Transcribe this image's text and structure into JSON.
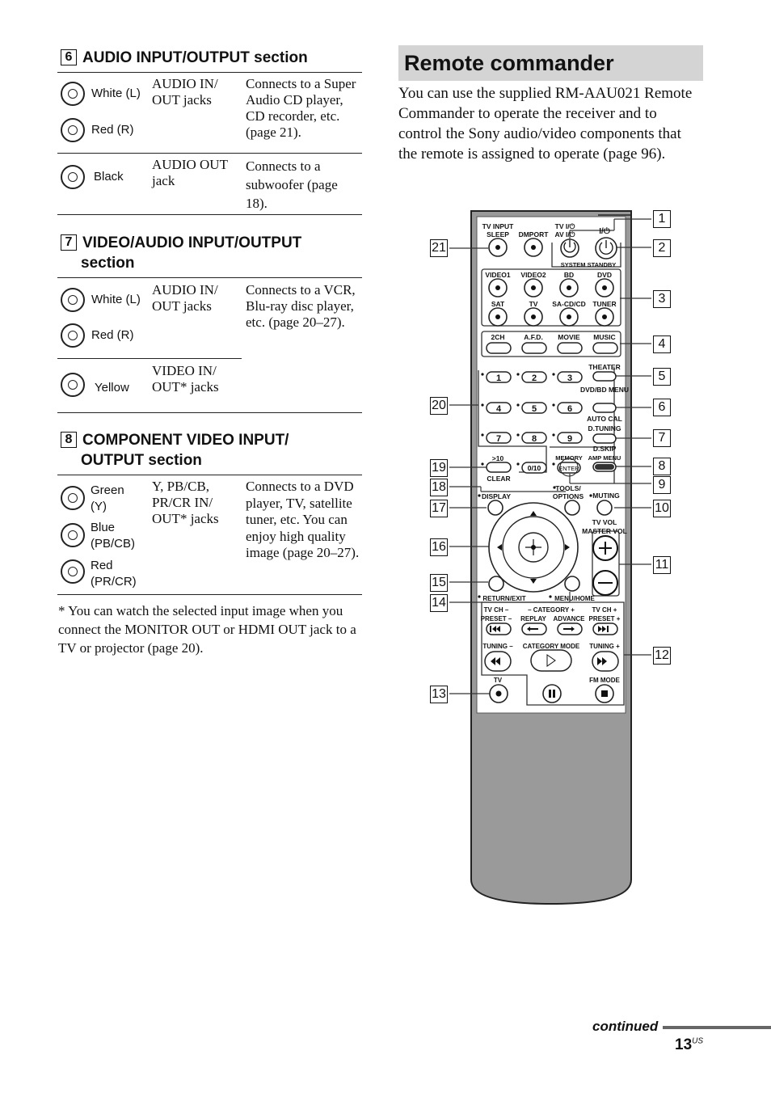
{
  "sections": {
    "s6": {
      "num": "6",
      "title": "AUDIO INPUT/OUTPUT section",
      "rows": [
        {
          "jacks": [
            "White (L)",
            "Red (R)"
          ],
          "name": "AUDIO IN/ OUT jacks",
          "desc": "Connects to a Super Audio CD player, CD recorder, etc. (page 21)."
        },
        {
          "jacks": [
            "Black"
          ],
          "name": "AUDIO OUT jack",
          "desc": "Connects to a subwoofer (page 18)."
        }
      ]
    },
    "s7": {
      "num": "7",
      "title_line1": "VIDEO/AUDIO INPUT/OUTPUT",
      "title_line2": "section",
      "rows": [
        {
          "jacks": [
            "White (L)",
            "Red (R)"
          ],
          "name": "AUDIO IN/ OUT jacks",
          "desc": "Connects to a VCR, Blu-ray disc player, etc. (page 20–27)."
        },
        {
          "jacks": [
            "Yellow"
          ],
          "name": "VIDEO IN/ OUT* jacks"
        }
      ]
    },
    "s8": {
      "num": "8",
      "title_line1": "COMPONENT VIDEO INPUT/",
      "title_line2": "OUTPUT section",
      "rows": [
        {
          "jacks": [
            "Green (Y)",
            "Blue (PB/CB)",
            "Red (PR/CR)"
          ],
          "name": "Y, PB/CB, PR/CR IN/ OUT* jacks",
          "desc": "Connects to a DVD player, TV, satellite tuner, etc. You can enjoy high quality image (page 20–27)."
        }
      ]
    }
  },
  "footnote": "* You can watch the selected input image when you connect the MONITOR OUT or HDMI OUT jack to a TV or projector (page 20).",
  "remote": {
    "title": "Remote commander",
    "intro": "You can use the supplied RM-AAU021 Remote Commander to operate the receiver and to control the Sony audio/video components that the remote is assigned to operate (page 96).",
    "callouts_right": [
      "1",
      "2",
      "3",
      "4",
      "5",
      "6",
      "7",
      "8",
      "9",
      "10",
      "11",
      "12"
    ],
    "callouts_left": [
      "21",
      "20",
      "19",
      "18",
      "17",
      "16",
      "15",
      "14",
      "13"
    ],
    "labels": {
      "tv_input": "TV INPUT",
      "sleep": "SLEEP",
      "dmport": "DMPORT",
      "tv_power": "TV I/⏻",
      "av_power": "AV I/⏻",
      "power": "I/⏻",
      "system_standby": "SYSTEM STANDBY",
      "video1": "VIDEO1",
      "video2": "VIDEO2",
      "bd": "BD",
      "dvd": "DVD",
      "sat": "SAT",
      "tv": "TV",
      "sacd": "SA-CD/CD",
      "tuner": "TUNER",
      "ch2": "2CH",
      "afd": "A.F.D.",
      "movie": "MOVIE",
      "music": "MUSIC",
      "theater": "THEATER",
      "dvdbd_menu": "DVD/BD MENU",
      "auto_cal": "AUTO CAL",
      "dtuning": "D.TUNING",
      "dskip": "D.SKIP",
      "amp_menu": "AMP MENU",
      "gt10": ">10",
      "clear": "CLEAR",
      "zero10": "0/10",
      "memory": "MEMORY",
      "enter": "ENTER",
      "display": "DISPLAY",
      "tools": "TOOLS/",
      "options": "OPTIONS",
      "muting": "MUTING",
      "tv_vol": "TV VOL",
      "master_vol": "MASTER VOL",
      "return_exit": "RETURN/EXIT",
      "menu_home": "MENU/HOME",
      "tvch_minus": "TV CH –",
      "preset_minus": "PRESET –",
      "category": "– CATEGORY +",
      "replay": "REPLAY",
      "advance": "ADVANCE",
      "tvch_plus": "TV CH +",
      "preset_plus": "PRESET +",
      "tuning_minus": "TUNING –",
      "category_mode": "CATEGORY MODE",
      "tuning_plus": "TUNING +",
      "tv_bottom": "TV",
      "fm_mode": "FM MODE"
    },
    "digits": [
      "1",
      "2",
      "3",
      "4",
      "5",
      "6",
      "7",
      "8",
      "9"
    ]
  },
  "footer": {
    "continued": "continued",
    "page": "13",
    "page_sup": "US"
  }
}
